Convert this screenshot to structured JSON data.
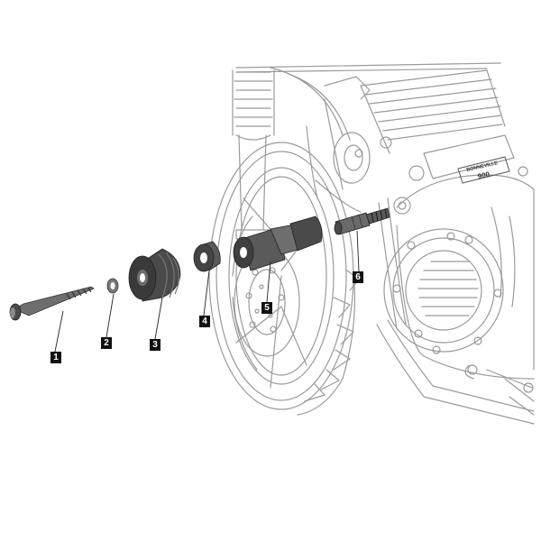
{
  "diagram": {
    "engine_badge": {
      "line1": "BONNEVILLE",
      "line2": "900"
    },
    "callouts": [
      {
        "id": "1",
        "label": "1"
      },
      {
        "id": "2",
        "label": "2"
      },
      {
        "id": "3",
        "label": "3"
      },
      {
        "id": "4",
        "label": "4"
      },
      {
        "id": "5",
        "label": "5"
      },
      {
        "id": "6",
        "label": "6"
      }
    ]
  },
  "colors": {
    "outline": "#9a9a9a",
    "part_dark": "#3f3f3f",
    "part_mid": "#6e6e6e",
    "part_light": "#8a8a8a",
    "callout_bg": "#111111"
  }
}
